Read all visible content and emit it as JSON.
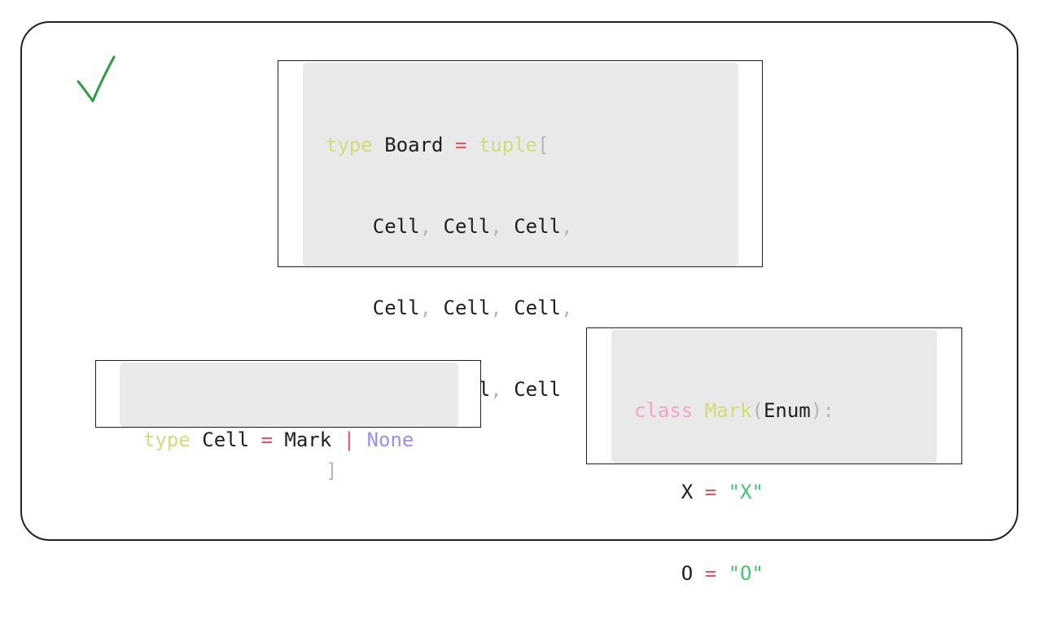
{
  "colors": {
    "keyword": "#d3dc78",
    "operator": "#ef4f62",
    "punctuation": "#b6b6b6",
    "none_literal": "#9d8cf2",
    "class_keyword": "#f6a1c7",
    "string": "#3ec96f",
    "checkmark": "#2e9b43",
    "code_background": "#e9e9e9"
  },
  "checkmark": {
    "icon": "checkmark-icon"
  },
  "board": {
    "kw_type": "type",
    "name": "Board",
    "op_eq": "=",
    "kw_tuple": "tuple",
    "open_bracket": "[",
    "indent": "    ",
    "cell": "Cell",
    "comma": ",",
    "close_bracket": "]"
  },
  "cell_alias": {
    "kw_type": "type",
    "name": "Cell",
    "op_eq": "=",
    "mark": "Mark",
    "op_pipe": "|",
    "none": "None"
  },
  "mark_enum": {
    "kw_class": "class",
    "name": "Mark",
    "open_paren": "(",
    "base": "Enum",
    "close_paren_colon": "):",
    "indent": "    ",
    "member_x": "X",
    "value_x": "\"X\"",
    "member_o": "O",
    "value_o": "\"O\"",
    "op_eq": "="
  }
}
